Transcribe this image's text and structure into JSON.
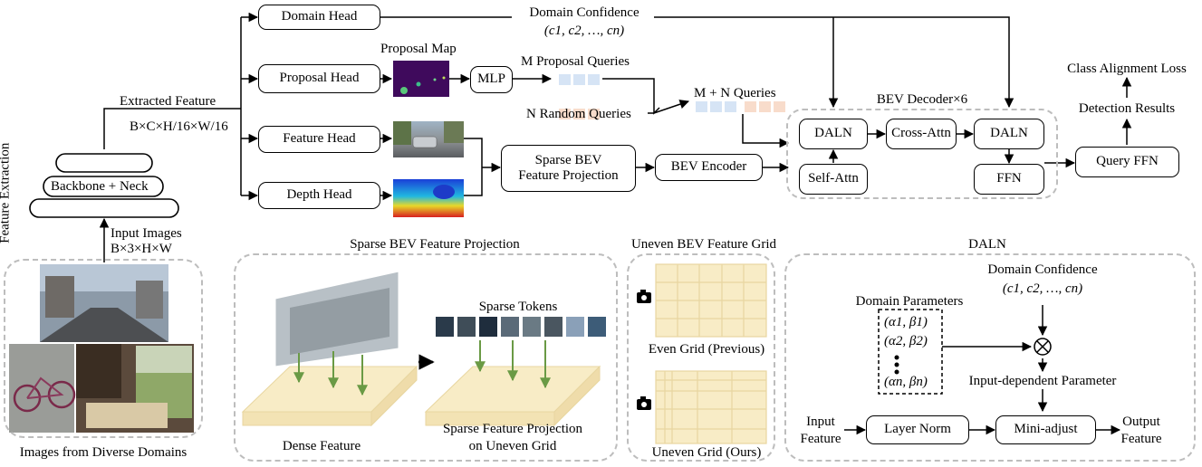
{
  "feature_extraction": {
    "side_label": "Feature Extraction",
    "backbone_label": "Backbone + Neck",
    "input_images_label": "Input Images",
    "input_shape": "B×3×H×W",
    "domains_caption": "Images from Diverse Domains"
  },
  "extracted": {
    "label": "Extracted Feature",
    "shape": "B×C×H/16×W/16"
  },
  "heads": {
    "domain": "Domain Head",
    "proposal": "Proposal Head",
    "feature": "Feature Head",
    "depth": "Depth Head"
  },
  "proposal_map_label": "Proposal Map",
  "mlp_label": "MLP",
  "domain_confidence": {
    "label": "Domain Confidence",
    "vector": "(c1, c2, …, cn)"
  },
  "queries": {
    "proposal": "M Proposal Queries",
    "random": "N Random Queries",
    "combined": "M + N Queries"
  },
  "sparse_projection_label": "Sparse BEV Feature Projection",
  "bev_encoder_label": "BEV Encoder",
  "decoder": {
    "title": "BEV Decoder×6",
    "daln1": "DALN",
    "cross_attn": "Cross-Attn",
    "daln2": "DALN",
    "self_attn": "Self-Attn",
    "ffn": "FFN"
  },
  "query_ffn_label": "Query FFN",
  "detection_results_label": "Detection Results",
  "class_alignment_label": "Class Alignment Loss",
  "panel_sparse": {
    "title": "Sparse BEV Feature Projection",
    "sparse_tokens": "Sparse Tokens",
    "dense_caption": "Dense Feature",
    "sparse_caption_1": "Sparse Feature Projection",
    "sparse_caption_2": "on Uneven Grid"
  },
  "panel_grid": {
    "title": "Uneven BEV Feature Grid",
    "even_caption": "Even Grid (Previous)",
    "uneven_caption": "Uneven Grid (Ours)"
  },
  "panel_daln": {
    "title": "DALN",
    "confidence_label": "Domain Confidence",
    "confidence_vector": "(c1, c2, …, cn)",
    "params_label": "Domain Parameters",
    "params": [
      "(α1, β1)",
      "(α2, β2)",
      "(αn, βn)"
    ],
    "input_dependent": "Input-dependent Parameter",
    "input_feature_1": "Input",
    "input_feature_2": "Feature",
    "layer_norm": "Layer Norm",
    "mini_adjust": "Mini-adjust",
    "output_feature_1": "Output",
    "output_feature_2": "Feature"
  },
  "colors": {
    "grid_fill": "#f8ecc6",
    "grid_line": "#e8d6a0",
    "arrow_green": "#6a9a45",
    "query_blue": "#d6e4f5",
    "query_peach": "#f8dccb",
    "dashed_gray": "#bdbdbd"
  }
}
